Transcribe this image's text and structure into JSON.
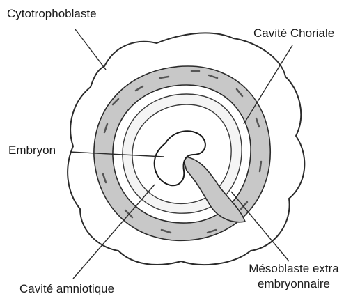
{
  "labels": {
    "cytotrophoblaste": "Cytotrophoblaste",
    "cavite_choriale": "Cavité Choriale",
    "embryon": "Embryon",
    "mesoblaste_line1": "Mésoblaste extra",
    "mesoblaste_line2": "embryonnaire",
    "cavite_amniotique": "Cavité amniotique"
  },
  "colors": {
    "stroke": "#2b2b2b",
    "mesoblast_fill": "#c8c8c8",
    "inner_fill": "#eeeeee",
    "background": "#ffffff"
  }
}
